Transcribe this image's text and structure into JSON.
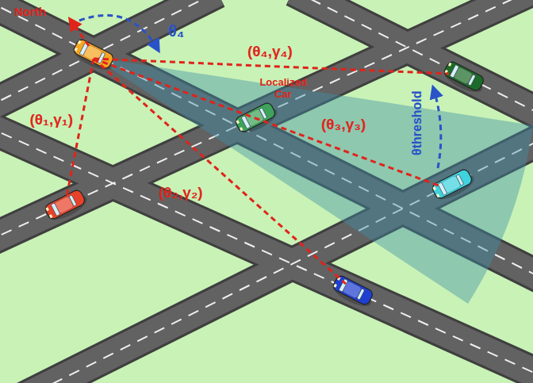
{
  "diagram": {
    "labels": [
      "North",
      "θ₄",
      "(θ₄,γ₄)",
      "Localized Car",
      "(θ₁,γ₁)",
      "(θ₃,γ₃)",
      "(θ₂,γ₂)",
      "θthreshold"
    ]
  }
}
